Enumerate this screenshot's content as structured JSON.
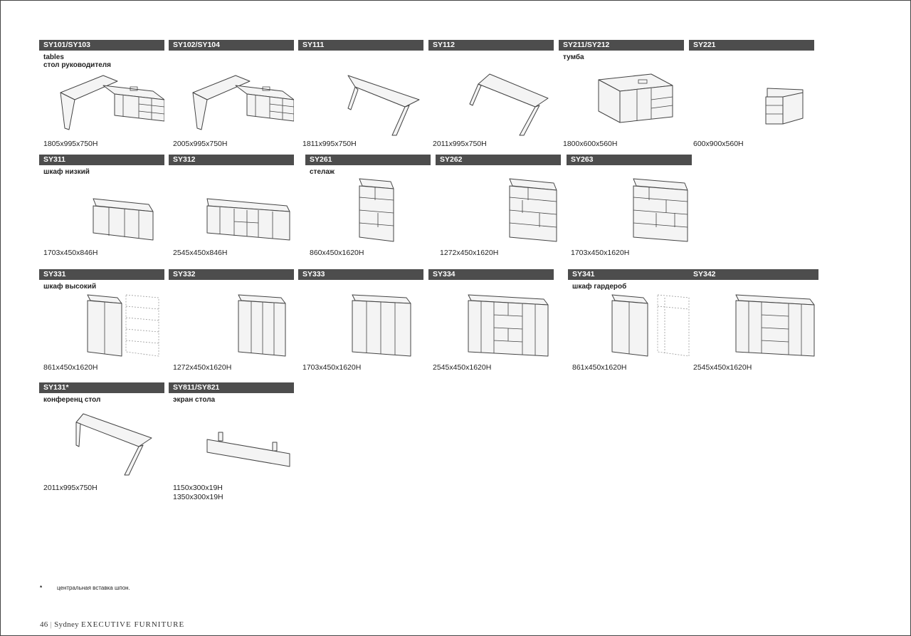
{
  "items": [
    {
      "code": "SY101/SY103",
      "label": "tables\nстол руководителя",
      "dims": "1805x995x750H"
    },
    {
      "code": "SY102/SY104",
      "label": "",
      "dims": "2005x995x750H"
    },
    {
      "code": "SY111",
      "label": "",
      "dims": "1811x995x750H"
    },
    {
      "code": "SY112",
      "label": "",
      "dims": "2011x995x750H"
    },
    {
      "code": "SY211/SY212",
      "label": "тумба",
      "dims": "1800x600x560H"
    },
    {
      "code": "SY221",
      "label": "",
      "dims": "600x900x560H"
    },
    {
      "code": "SY311",
      "label": "шкаф низкий",
      "dims": "1703x450x846H"
    },
    {
      "code": "SY312",
      "label": "",
      "dims": "2545x450x846H"
    },
    {
      "code": "SY261",
      "label": "стелаж",
      "dims": "860x450x1620H"
    },
    {
      "code": "SY262",
      "label": "",
      "dims": "1272x450x1620H"
    },
    {
      "code": "SY263",
      "label": "",
      "dims": "1703x450x1620H"
    },
    {
      "code": "SY331",
      "label": "шкаф высокий",
      "dims": "861x450x1620H"
    },
    {
      "code": "SY332",
      "label": "",
      "dims": "1272x450x1620H"
    },
    {
      "code": "SY333",
      "label": "",
      "dims": "1703x450x1620H"
    },
    {
      "code": "SY334",
      "label": "",
      "dims": "2545x450x1620H"
    },
    {
      "code": "SY341",
      "label": "шкаф гардероб",
      "dims": "861x450x1620H"
    },
    {
      "code": "SY342",
      "label": "",
      "dims": "2545x450x1620H"
    },
    {
      "code": "SY131*",
      "label": "конференц стол",
      "dims": "2011x995x750H"
    },
    {
      "code": "SY811/SY821",
      "label": "экран стола",
      "dims": "1150x300x19H\n1350x300x19H"
    }
  ],
  "footnote": {
    "marker": "*",
    "text": "центральная вставка шпон."
  },
  "footer": {
    "page": "46",
    "sep": "|",
    "series": "Sydney",
    "title": "EXECUTIVE FURNITURE"
  }
}
